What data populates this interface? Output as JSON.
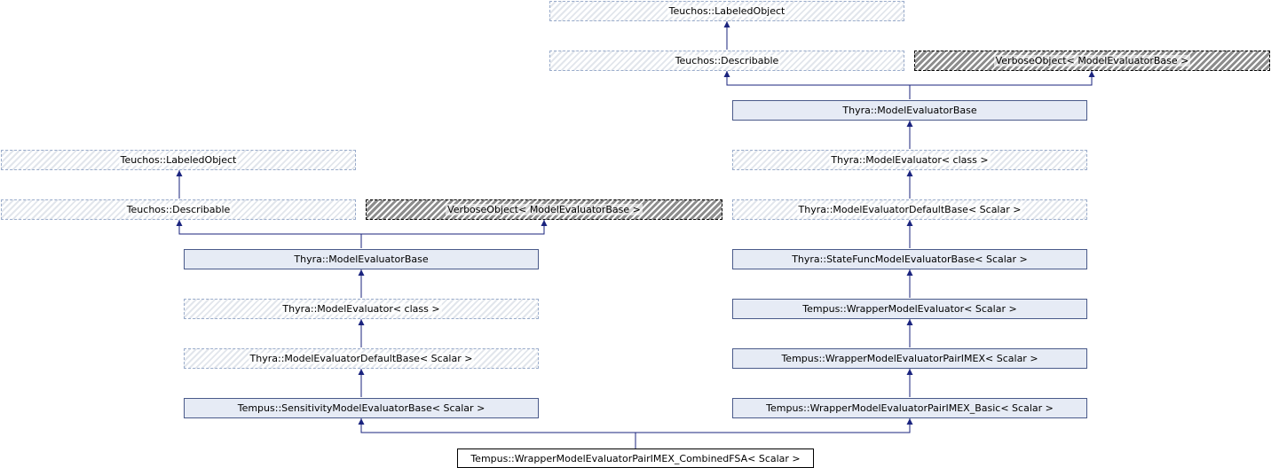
{
  "nodes": {
    "r_labeled": "Teuchos::LabeledObject",
    "r_describable": "Teuchos::Describable",
    "r_verbose": "VerboseObject< ModelEvaluatorBase >",
    "r_meb": "Thyra::ModelEvaluatorBase",
    "r_me": "Thyra::ModelEvaluator< class >",
    "r_medb": "Thyra::ModelEvaluatorDefaultBase< Scalar >",
    "r_sfmeb": "Thyra::StateFuncModelEvaluatorBase< Scalar >",
    "r_wme": "Tempus::WrapperModelEvaluator< Scalar >",
    "r_wmepi": "Tempus::WrapperModelEvaluatorPairIMEX< Scalar >",
    "r_wmepib": "Tempus::WrapperModelEvaluatorPairIMEX_Basic< Scalar >",
    "l_labeled": "Teuchos::LabeledObject",
    "l_describable": "Teuchos::Describable",
    "l_verbose": "VerboseObject< ModelEvaluatorBase >",
    "l_meb": "Thyra::ModelEvaluatorBase",
    "l_me": "Thyra::ModelEvaluator< class >",
    "l_medb": "Thyra::ModelEvaluatorDefaultBase< Scalar >",
    "l_smeb": "Tempus::SensitivityModelEvaluatorBase< Scalar >",
    "main": "Tempus::WrapperModelEvaluatorPairIMEX_CombinedFSA< Scalar >"
  },
  "colors": {
    "edge": "#1a237e",
    "node_fill": "#e6ebf5",
    "node_border": "#4a5a8a"
  }
}
